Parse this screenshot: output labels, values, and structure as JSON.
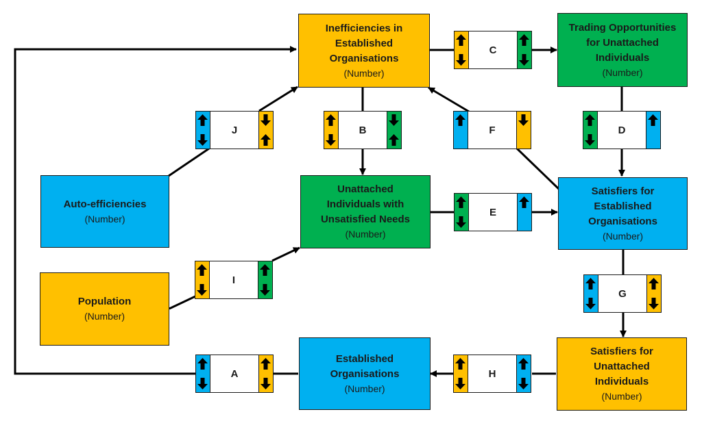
{
  "colors": {
    "yellow": "#FFC000",
    "green": "#00B050",
    "blue": "#00B0F0",
    "line": "#000000"
  },
  "nodes": {
    "inefficiencies": {
      "title": "Inefficiencies in\nEstablished\nOrganisations",
      "unit": "(Number)",
      "color": "yellow"
    },
    "trading": {
      "title": "Trading Opportunities\nfor Unattached\nIndividuals",
      "unit": "(Number)",
      "color": "green"
    },
    "auto_efficiencies": {
      "title": "Auto-efficiencies",
      "unit": "(Number)",
      "color": "blue"
    },
    "unattached": {
      "title": "Unattached\nIndividuals with\nUnsatisfied Needs",
      "unit": "(Number)",
      "color": "green"
    },
    "satisfiers_established": {
      "title": "Satisfiers for\nEstablished\nOrganisations",
      "unit": "(Number)",
      "color": "blue"
    },
    "population": {
      "title": "Population",
      "unit": "(Number)",
      "color": "yellow"
    },
    "established": {
      "title": "Established\nOrganisations",
      "unit": "(Number)",
      "color": "blue"
    },
    "satisfiers_unattached": {
      "title": "Satisfiers for\nUnattached\nIndividuals",
      "unit": "(Number)",
      "color": "yellow"
    }
  },
  "links": {
    "A": {
      "label": "A",
      "left": {
        "color": "blue",
        "arrows": [
          "up",
          "down"
        ]
      },
      "right": {
        "color": "yellow",
        "arrows": [
          "up",
          "down"
        ]
      }
    },
    "B": {
      "label": "B",
      "left": {
        "color": "yellow",
        "arrows": [
          "up",
          "down"
        ]
      },
      "right": {
        "color": "green",
        "arrows": [
          "down",
          "up"
        ]
      }
    },
    "C": {
      "label": "C",
      "left": {
        "color": "yellow",
        "arrows": [
          "up",
          "down"
        ]
      },
      "right": {
        "color": "green",
        "arrows": [
          "up",
          "down"
        ]
      }
    },
    "D": {
      "label": "D",
      "left": {
        "color": "green",
        "arrows": [
          "up",
          "down"
        ]
      },
      "right": {
        "color": "blue",
        "arrows": [
          "up"
        ]
      }
    },
    "E": {
      "label": "E",
      "left": {
        "color": "green",
        "arrows": [
          "up",
          "down"
        ]
      },
      "right": {
        "color": "blue",
        "arrows": [
          "up"
        ]
      }
    },
    "F": {
      "label": "F",
      "left": {
        "color": "blue",
        "arrows": [
          "up"
        ]
      },
      "right": {
        "color": "yellow",
        "arrows": [
          "down"
        ]
      }
    },
    "G": {
      "label": "G",
      "left": {
        "color": "blue",
        "arrows": [
          "up",
          "down"
        ]
      },
      "right": {
        "color": "yellow",
        "arrows": [
          "up",
          "down"
        ]
      }
    },
    "H": {
      "label": "H",
      "left": {
        "color": "yellow",
        "arrows": [
          "up",
          "down"
        ]
      },
      "right": {
        "color": "blue",
        "arrows": [
          "up",
          "down"
        ]
      }
    },
    "I": {
      "label": "I",
      "left": {
        "color": "yellow",
        "arrows": [
          "up",
          "down"
        ]
      },
      "right": {
        "color": "green",
        "arrows": [
          "up",
          "down"
        ]
      }
    },
    "J": {
      "label": "J",
      "left": {
        "color": "blue",
        "arrows": [
          "up",
          "down"
        ]
      },
      "right": {
        "color": "yellow",
        "arrows": [
          "down",
          "up"
        ]
      }
    }
  },
  "connections": [
    {
      "from": "inefficiencies",
      "via": "C",
      "to": "trading"
    },
    {
      "from": "trading",
      "via": "D",
      "to": "satisfiers_established"
    },
    {
      "from": "satisfiers_established",
      "via": "F",
      "to": "inefficiencies"
    },
    {
      "from": "inefficiencies",
      "via": "B",
      "to": "unattached"
    },
    {
      "from": "auto_efficiencies",
      "via": "J",
      "to": "inefficiencies"
    },
    {
      "from": "unattached",
      "via": "E",
      "to": "satisfiers_established"
    },
    {
      "from": "population",
      "via": "I",
      "to": "unattached"
    },
    {
      "from": "satisfiers_established",
      "via": "G",
      "to": "satisfiers_unattached"
    },
    {
      "from": "satisfiers_unattached",
      "via": "H",
      "to": "established"
    },
    {
      "from": "established",
      "via": "A",
      "to": "inefficiencies"
    }
  ]
}
